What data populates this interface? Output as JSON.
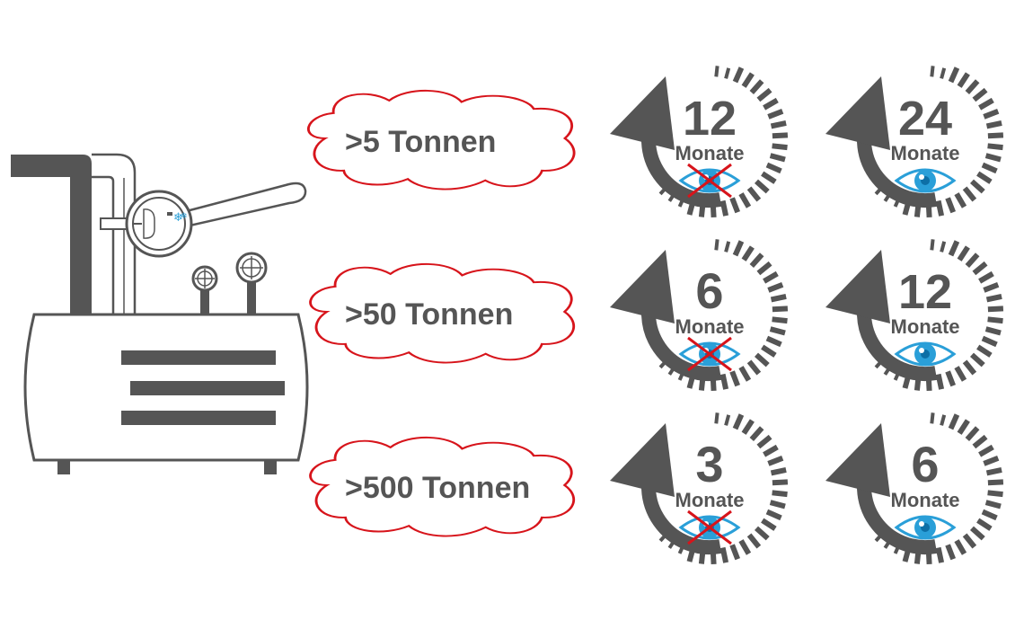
{
  "colors": {
    "gray": "#555555",
    "light_gray": "#9a9a9a",
    "red": "#d7141b",
    "eye_blue": "#2a9fd8",
    "eye_blue_dark": "#0d6fa6"
  },
  "rows": [
    {
      "threshold_label": ">5 Tonnen",
      "intervals": [
        {
          "value": "12",
          "unit": "Monate",
          "eye_icon": "eye-icon",
          "crossed": true
        },
        {
          "value": "24",
          "unit": "Monate",
          "eye_icon": "eye-icon",
          "crossed": false
        }
      ]
    },
    {
      "threshold_label": ">50 Tonnen",
      "intervals": [
        {
          "value": "6",
          "unit": "Monate",
          "eye_icon": "eye-icon",
          "crossed": true
        },
        {
          "value": "12",
          "unit": "Monate",
          "eye_icon": "eye-icon",
          "crossed": false
        }
      ]
    },
    {
      "threshold_label": ">500 Tonnen",
      "intervals": [
        {
          "value": "3",
          "unit": "Monate",
          "eye_icon": "eye-icon",
          "crossed": true
        },
        {
          "value": "6",
          "unit": "Monate",
          "eye_icon": "eye-icon",
          "crossed": false
        }
      ]
    }
  ]
}
